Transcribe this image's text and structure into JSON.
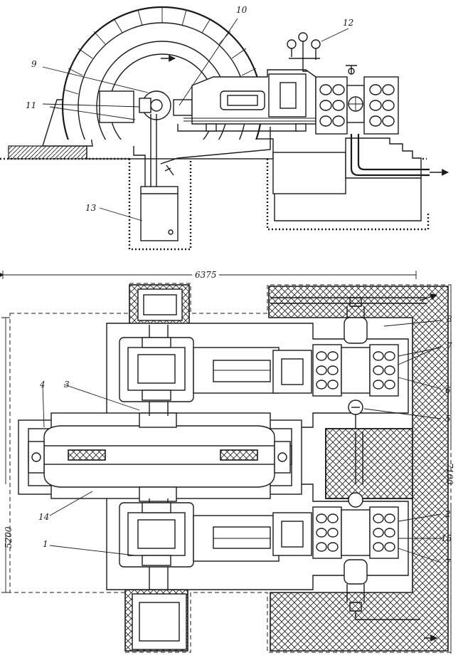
{
  "figure": {
    "labels": {
      "l1": "1",
      "l2": "2",
      "l3": "3",
      "l4": "4",
      "l5": "5",
      "l6": "6",
      "l7a": "7",
      "l7b": "7",
      "l8": "8",
      "l9": "9",
      "l10": "10",
      "l11": "11",
      "l12": "12",
      "l13": "13",
      "l14": "14",
      "l15": "15"
    },
    "dimensions": {
      "overall_length": "6375",
      "overall_width": "5200",
      "right_length": "7100"
    }
  }
}
